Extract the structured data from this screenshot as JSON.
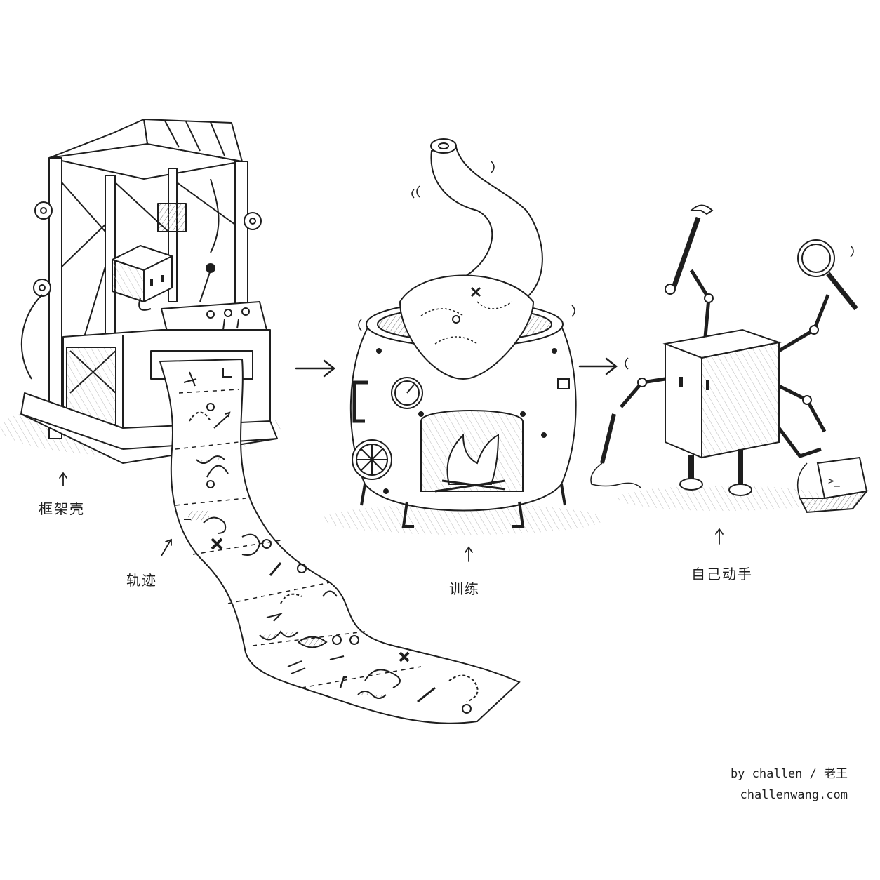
{
  "labels": {
    "frame": "框架壳",
    "trajectory": "轨迹",
    "training": "训练",
    "diy": "自己动手"
  },
  "credit": {
    "author": "by challen / 老王",
    "site": "challenwang.com"
  },
  "laptop_prompt": ">_",
  "colors": {
    "ink": "#1e1e1e",
    "shade": "#9a9a9a",
    "paper": "#ffffff"
  }
}
